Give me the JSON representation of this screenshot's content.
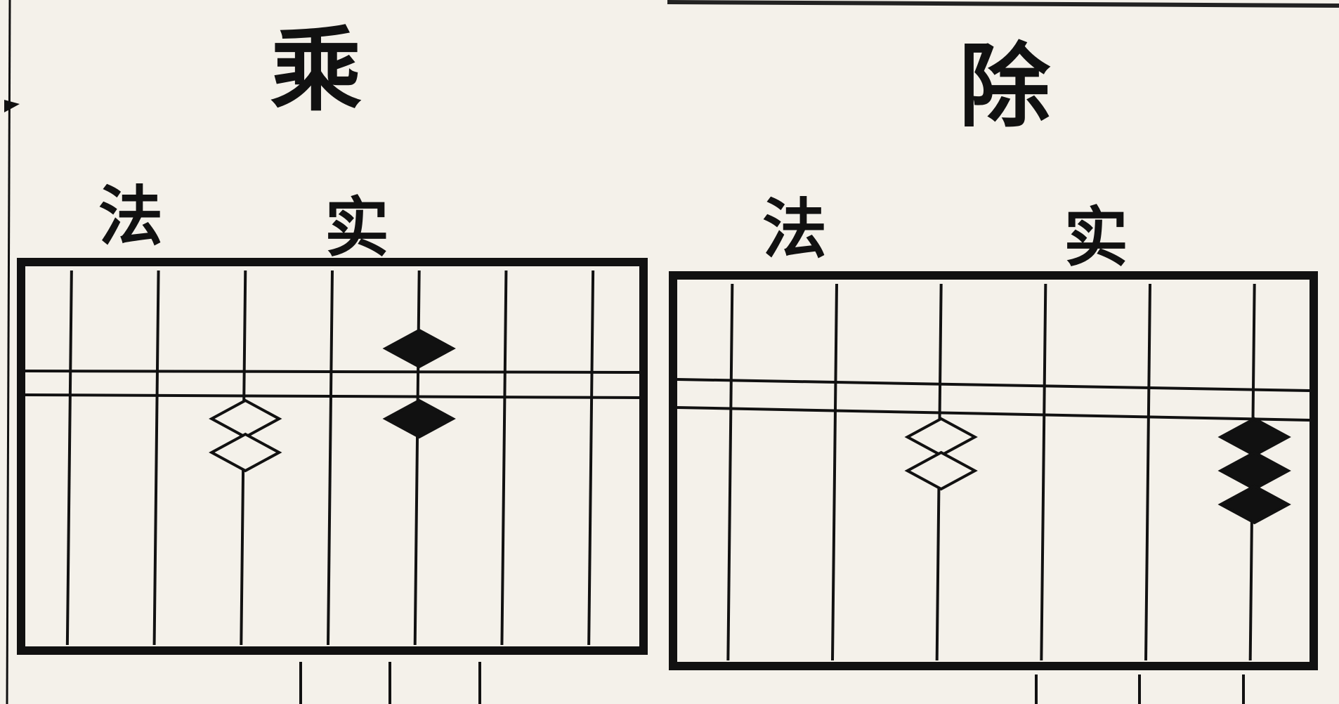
{
  "page": {
    "left_title": "乘",
    "right_title": "除"
  },
  "abacus_left": {
    "fa_label": "法",
    "shi_label": "实",
    "rods": 7,
    "upper_beads": [
      {
        "rod": 4,
        "style": "filled"
      }
    ],
    "lower_beads": [
      {
        "rod": 2,
        "count": 2,
        "style": "hollow"
      },
      {
        "rod": 4,
        "count": 1,
        "style": "filled"
      }
    ]
  },
  "abacus_right": {
    "fa_label": "法",
    "shi_label": "实",
    "rods": 6,
    "upper_beads": [],
    "lower_beads": [
      {
        "rod": 2,
        "count": 2,
        "style": "hollow"
      },
      {
        "rod": 5,
        "count": 3,
        "style": "filled"
      }
    ]
  },
  "colors": {
    "paper": "#f4f1ea",
    "ink": "#111111"
  }
}
